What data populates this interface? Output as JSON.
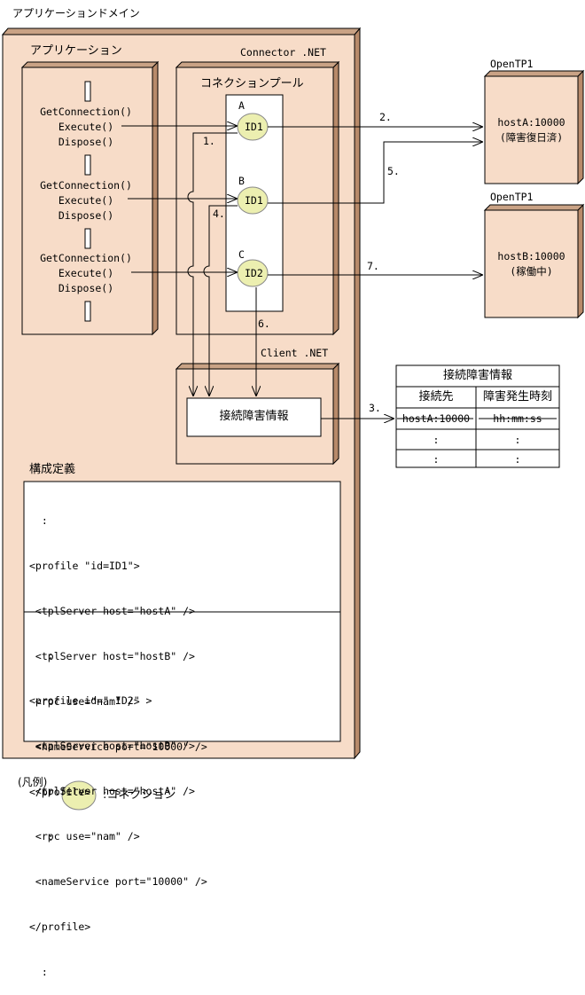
{
  "page_title": "アプリケーションドメイン",
  "app_box": {
    "title": "アプリケーション",
    "calls": [
      [
        "GetConnection()",
        "Execute()",
        "Dispose()"
      ],
      [
        "GetConnection()",
        "Execute()",
        "Dispose()"
      ],
      [
        "GetConnection()",
        "Execute()",
        "Dispose()"
      ]
    ]
  },
  "connector": {
    "title": "Connector .NET"
  },
  "pool": {
    "title": "コネクションプール",
    "connections": [
      {
        "letter": "A",
        "id": "ID1"
      },
      {
        "letter": "B",
        "id": "ID1"
      },
      {
        "letter": "C",
        "id": "ID2"
      }
    ]
  },
  "client": {
    "title": "Client .NET",
    "info_label": "接続障害情報"
  },
  "steps": {
    "s1": "1.",
    "s2": "2.",
    "s3": "3.",
    "s4": "4.",
    "s5": "5.",
    "s6": "6.",
    "s7": "7."
  },
  "servers": [
    {
      "label": "OpenTP1",
      "line1": "hostA:10000",
      "line2": "(障害復日済)"
    },
    {
      "label": "OpenTP1",
      "line1": "hostB:10000",
      "line2": "(稼働中)"
    }
  ],
  "failure_table": {
    "title": "接続障害情報",
    "headers": [
      "接続先",
      "障害発生時刻"
    ],
    "rows": [
      [
        "hostA:10000",
        "hh:mm:ss"
      ],
      [
        ":",
        ":"
      ],
      [
        ":",
        ":"
      ]
    ]
  },
  "config": {
    "title": "構成定義",
    "block1": [
      "  :",
      "<profile \"id=ID1\">",
      " <tplServer host=\"hostA\" />",
      " <tplServer host=\"hostB\" />",
      " <rpc use=\"nam\" />",
      " <nameService port=\"10000\" />",
      "</profile>",
      "   :"
    ],
    "block2": [
      "   :",
      "<profile id=\" ID2\" >",
      " <tplServer host=\"hostB\" />",
      " <tplServer host=\"hostA\" />",
      " <rpc use=\"nam\" />",
      " <nameService port=\"10000\" />",
      "</profile>",
      "  :"
    ]
  },
  "legend": {
    "title": "(凡例)",
    "label": ":コネクション"
  },
  "colors": {
    "box_fill": "#f7dcc8",
    "box_side": "#b88a6a",
    "circle_fill": "#ecefb0"
  }
}
